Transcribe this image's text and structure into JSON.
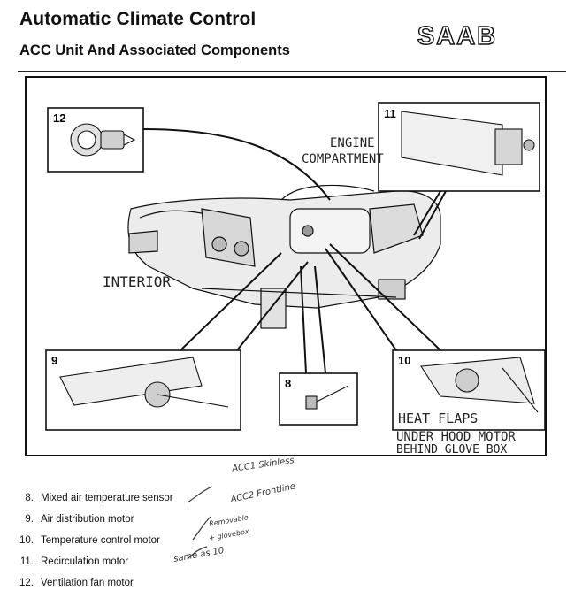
{
  "header": {
    "title": "Automatic Climate Control",
    "subtitle": "ACC Unit And Associated Components",
    "brand_logo": "SAAB"
  },
  "diagram": {
    "callouts": [
      {
        "number": "12",
        "component": "ventilation-fan-motor"
      },
      {
        "number": "11",
        "component": "recirculation-motor"
      },
      {
        "number": "9",
        "component": "air-distribution-motor"
      },
      {
        "number": "8",
        "component": "mixed-air-temperature-sensor"
      },
      {
        "number": "10",
        "component": "temperature-control-motor"
      }
    ],
    "handwritten": {
      "engine_line1": "ENGINE",
      "engine_line2": "COMPARTMENT",
      "interior": "INTERIOR",
      "heat_flaps": "HEAT FLAPS",
      "under_hood": "UNDER HOOD MOTOR",
      "behind_glove": "BEHIND GLOVE BOX"
    }
  },
  "legend": [
    {
      "number": "8.",
      "label": "Mixed air temperature sensor"
    },
    {
      "number": "9.",
      "label": "Air distribution motor"
    },
    {
      "number": "10.",
      "label": "Temperature control motor"
    },
    {
      "number": "11.",
      "label": "Recirculation motor"
    },
    {
      "number": "12.",
      "label": "Ventilation fan motor"
    }
  ],
  "margin_notes": {
    "acc1": "ACC1 Skinless",
    "acc2": "ACC2 Frontline",
    "removable": "Removable",
    "glovebox": "+ glovebox",
    "same_as_10": "same as 10"
  },
  "colors": {
    "ink": "#111111",
    "paper": "#ffffff",
    "pencil": "#333333"
  }
}
